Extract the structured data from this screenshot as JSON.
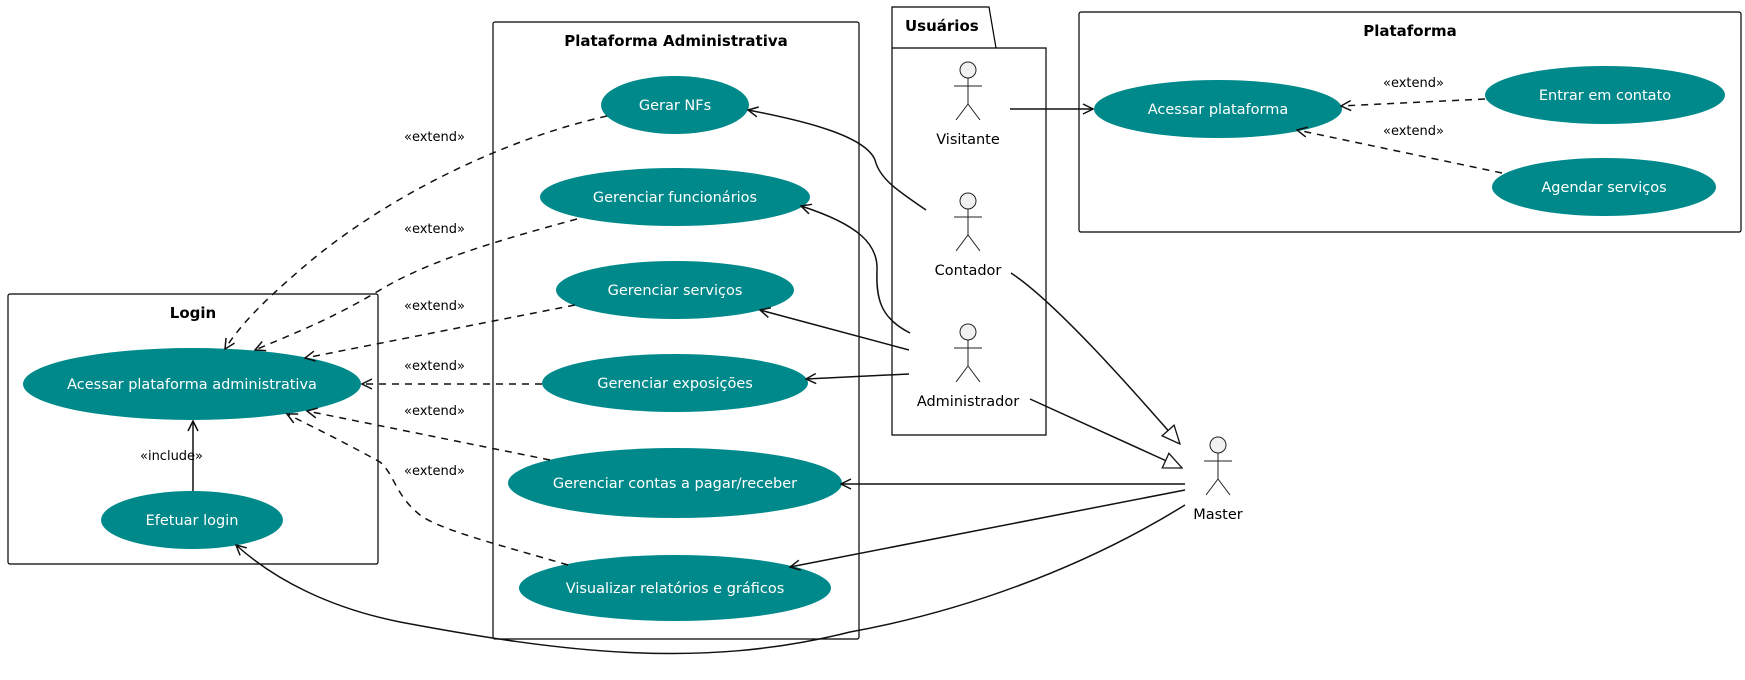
{
  "packages": {
    "admin": "Plataforma Administrativa",
    "users": "Usuários",
    "platform": "Plataforma",
    "login": "Login"
  },
  "use_cases": {
    "gerar_nfs": "Gerar NFs",
    "gerenciar_funcionarios": "Gerenciar funcionários",
    "gerenciar_servicos": "Gerenciar serviços",
    "gerenciar_exposicoes": "Gerenciar exposições",
    "gerenciar_contas": "Gerenciar contas a pagar/receber",
    "visualizar_relatorios": "Visualizar relatórios e gráficos",
    "acessar_plataforma": "Acessar plataforma",
    "entrar_contato": "Entrar em contato",
    "agendar_servicos": "Agendar serviços",
    "acessar_admin": "Acessar plataforma administrativa",
    "efetuar_login": "Efetuar login"
  },
  "actors": {
    "visitante": "Visitante",
    "contador": "Contador",
    "administrador": "Administrador",
    "master": "Master"
  },
  "stereotypes": {
    "extend": "«extend»",
    "include": "«include»"
  },
  "colors": {
    "use_case_fill": "#00898a",
    "use_case_text": "#ffffff",
    "line": "#111111",
    "actor_fill": "#f1f1f1"
  }
}
